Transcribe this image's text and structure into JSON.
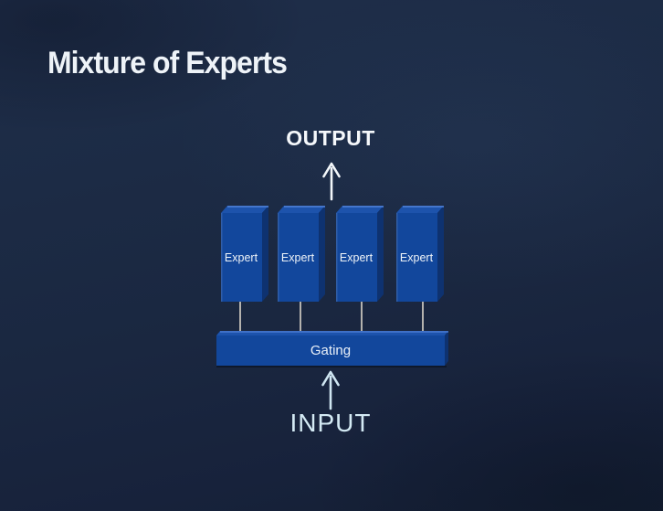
{
  "slide": {
    "title": "Mixture of Experts",
    "diagram": {
      "output_label": "OUTPUT",
      "input_label": "INPUT",
      "gating_label": "Gating",
      "experts": [
        "Expert",
        "Expert",
        "Expert",
        "Expert"
      ]
    },
    "colors": {
      "background_navy": "#1b2a43",
      "box_front_blue": "#12479c",
      "box_top_blue": "#1d53ac",
      "box_edge_highlight": "#4a7bd0",
      "box_side_dark": "#0e3270",
      "connector_line": "#dcd6ca",
      "output_text": "#f5f8fb",
      "input_text": "#d4eaf4",
      "title_text": "#eef3f8"
    }
  }
}
